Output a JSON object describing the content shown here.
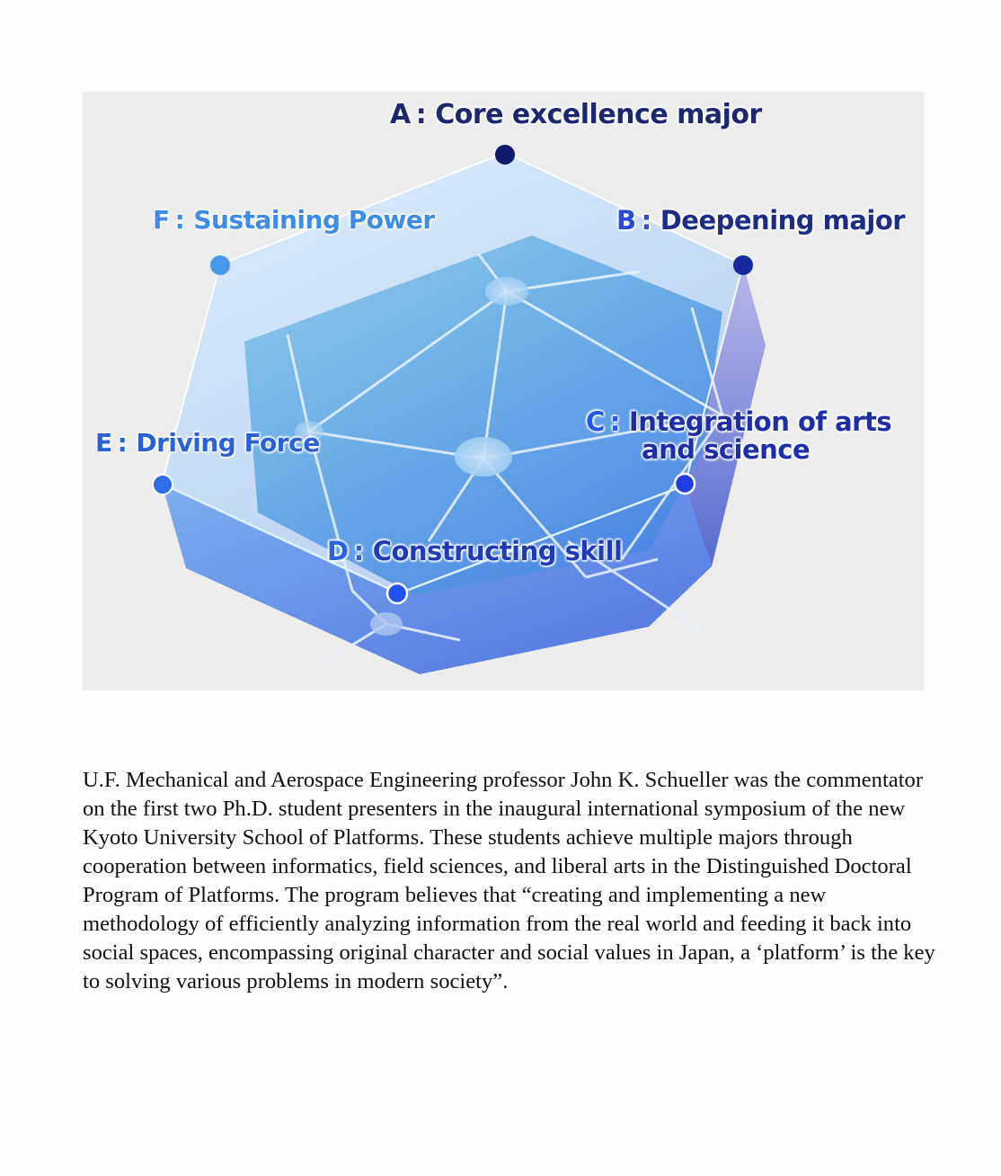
{
  "figure": {
    "nodes": [
      {
        "key": "A",
        "sep": ":",
        "label": "Core excellence major",
        "color": "#0f1a6e"
      },
      {
        "key": "B",
        "sep": ":",
        "label": "Deepening major",
        "color": "#1a2eb8"
      },
      {
        "key": "C",
        "sep": ":",
        "label_line1": "Integration of arts",
        "label_line2": "and science",
        "color": "#1f3ee0"
      },
      {
        "key": "D",
        "sep": ":",
        "label": "Constructing skill",
        "color": "#1f52f0"
      },
      {
        "key": "E",
        "sep": ":",
        "label": "Driving Force",
        "color": "#2e6ee8"
      },
      {
        "key": "F",
        "sep": ":",
        "label": "Sustaining Power",
        "color": "#4a98ec"
      }
    ]
  },
  "body": {
    "paragraph": "U.F. Mechanical and Aerospace Engineering professor John K. Schueller was the commentator on the first two Ph.D. student presenters in the inaugural international symposium of the new Kyoto University School of Platforms.  These students achieve multiple majors through cooperation between informatics, field sciences, and liberal arts in the Distinguished Doctoral Program of Platforms. The program believes that “creating and implementing a new methodology of efficiently analyzing information from the real world and feeding it back into social spaces, encompassing original character and social values in Japan, a ‘platform’ is the key to solving various problems in modern society”."
  }
}
